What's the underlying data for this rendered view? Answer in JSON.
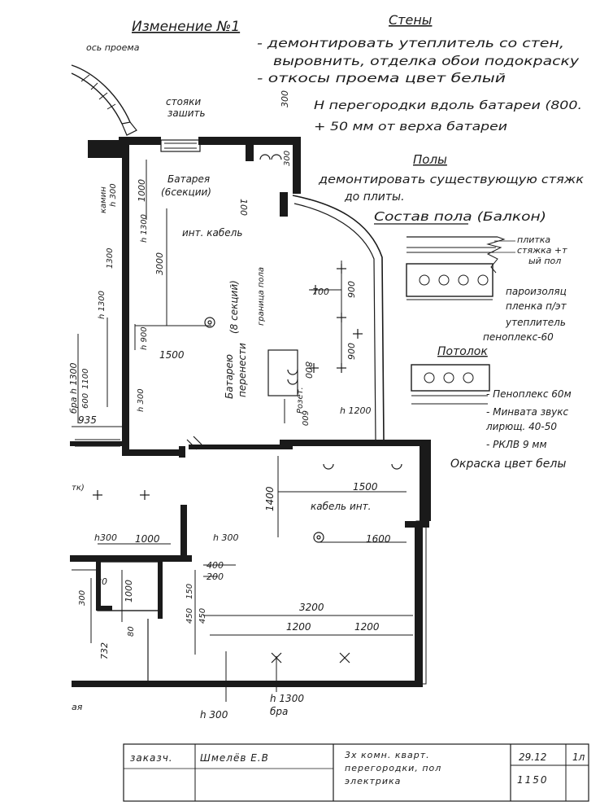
{
  "header": {
    "title": "Изменение №1",
    "walls_heading": "Стены",
    "walls_notes": [
      "- демонтировать утеплитель со стен,",
      "выровнить, отделка обои подокраску",
      "- откосы проема цвет белый"
    ],
    "partition_note": [
      "Н перегородки вдоль батареи (800.",
      "+ 50 мм от верха батареи"
    ],
    "floors_heading": "Полы",
    "floors_note": [
      "демонтировать существующую стяжк",
      "до плиты."
    ],
    "floor_composition_heading": "Состав пола (Балкон)"
  },
  "floor_layers": [
    "плитка",
    "стяжка +т",
    "ый пол",
    "пароизоляц",
    "пленка п/эт",
    "утеплитель",
    "пеноплекс-60"
  ],
  "ceiling_heading": "Потолок",
  "ceiling_layers": [
    "- Пеноплекс 60м",
    "- Минвата звукс",
    "лирющ. 40-50",
    "- РКЛВ 9 мм"
  ],
  "ceiling_finish": "Окраска цвет белы",
  "plan_labels": {
    "opening_axis": "ось проема",
    "risers": "стояки",
    "risers2": "зашить",
    "radiator": "Батарея",
    "radiator_sections": "(6секции)",
    "radiator_dim": "100",
    "fireplace": "камин",
    "fireplace_h": "h 300",
    "internet_cable": "инт. кабель",
    "radiator_move1": "Батарею",
    "radiator_move2": "перенести",
    "radiator_move3": "(8 секций)",
    "floor_boundary": "граница пола",
    "fire_riser": "Розет.",
    "cable_int": "кабель инт.",
    "bra": "бра",
    "bra_h": "бра h 1300",
    "h300": "h 300",
    "h1300": "h 1300",
    "h1200": "h 1200",
    "h900": "h 900",
    "h300_b": "h300",
    "partial": "ая",
    "tk": "тк)"
  },
  "dimensions": [
    "300",
    "300",
    "1000",
    "1300",
    "3000",
    "1500",
    "700",
    "900",
    "900",
    "1200",
    "600",
    "800",
    "1400",
    "1500",
    "1600",
    "1000",
    "400",
    "200",
    "80",
    "1000",
    "150",
    "450",
    "450",
    "3200",
    "1200",
    "1200",
    "300",
    "732",
    "80",
    "1100",
    "600",
    "935",
    "1300"
  ],
  "title_block": {
    "order": "заказч.",
    "client": "Шмелёв Е.В",
    "description": [
      "3х комн. кварт.",
      "перегородки, пол",
      "электрика"
    ],
    "date": "29.12",
    "sheet_no": "1150",
    "sheet_mark": "1л"
  }
}
